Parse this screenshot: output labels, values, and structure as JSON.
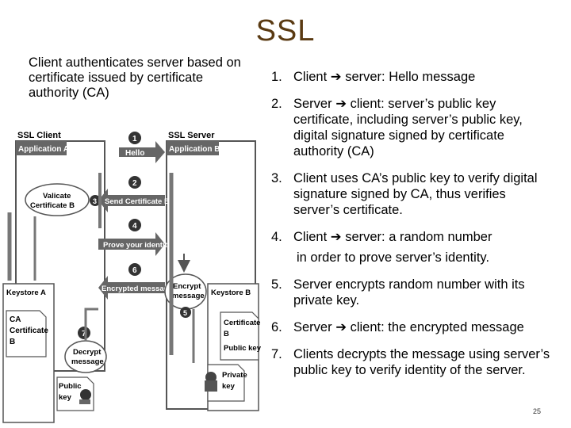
{
  "title": "SSL",
  "intro": "Client authenticates server based on certificate issued by certificate authority (CA)",
  "arrow_glyph": "➔",
  "steps": [
    {
      "num": "1.",
      "pre": "Client ",
      "post": " server: Hello message"
    },
    {
      "num": "2.",
      "pre": "Server ",
      "post": " client: server’s public key certificate, including server’s public key, digital signature signed by certificate authority (CA)"
    },
    {
      "num": "3.",
      "text": "Client uses CA’s public key to verify digital signature signed by CA, thus verifies server’s certificate."
    },
    {
      "num": "4.",
      "pre": "Client ",
      "post": " server: a random number"
    },
    {
      "text": "in order to prove server’s identity."
    },
    {
      "num": "5.",
      "text": "Server encrypts random number with its private key."
    },
    {
      "num": "6.",
      "pre": "Server ",
      "post": " client: the encrypted message"
    },
    {
      "num": "7.",
      "text": "Clients decrypts the message using server’s public key to verify identity of the server."
    }
  ],
  "page_number": "25",
  "diagram": {
    "ssl_client": "SSL Client",
    "ssl_server": "SSL Server",
    "application_a": "Application A",
    "application_b": "Application B",
    "hello": "Hello",
    "send_cert": "Send Certificate B",
    "prove_identity": "Prove your identity",
    "encrypted_message": "Encrypted message",
    "validate_1": "Valicate",
    "validate_2": "Certificate B",
    "encrypt_1": "Encrypt",
    "encrypt_2": "message",
    "keystore_a": "Keystore A",
    "keystore_b": "Keystore B",
    "ca_1": "CA",
    "ca_2": "Certificate",
    "ca_3": "B",
    "decrypt_1": "Decrypt",
    "decrypt_2": "message",
    "public_1": "Public",
    "public_2": "key",
    "certificate_b_1": "Certificate",
    "certificate_b_2": "B",
    "public_key": "Public key",
    "private_1": "Private",
    "private_2": "key",
    "markers": [
      "1",
      "2",
      "3",
      "4",
      "5",
      "6",
      "7"
    ]
  }
}
